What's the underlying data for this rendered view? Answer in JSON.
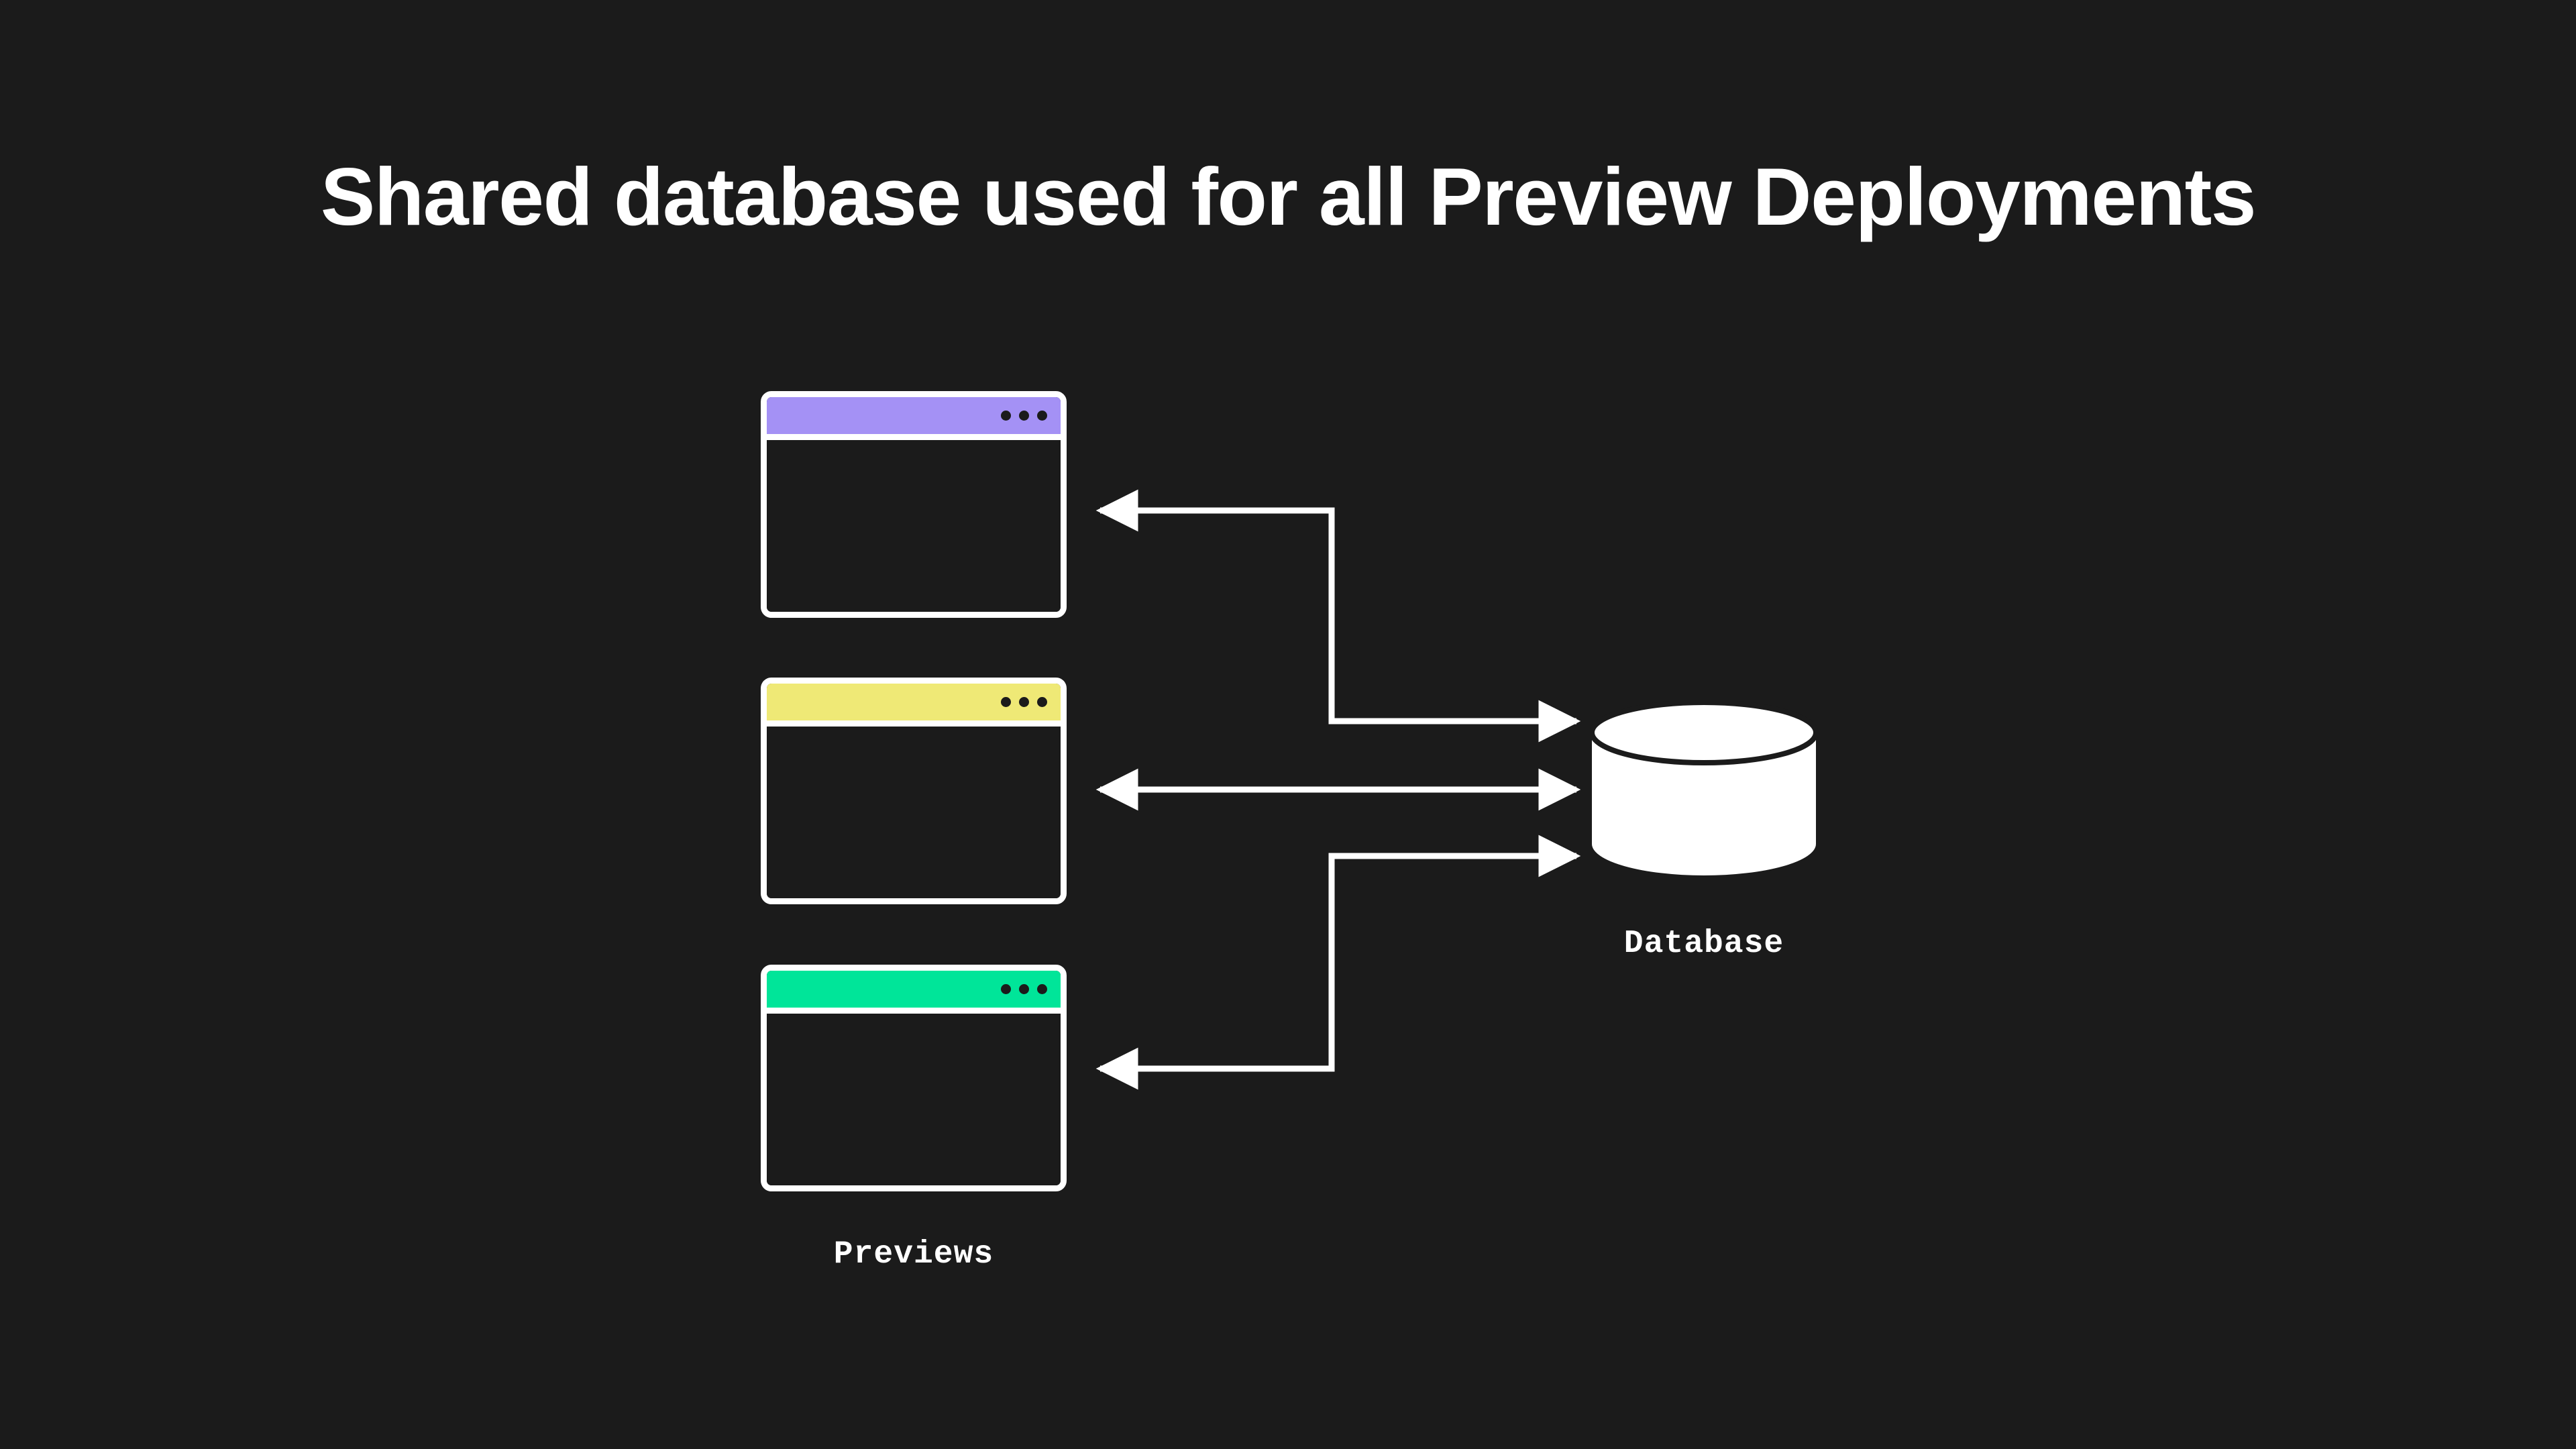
{
  "page": {
    "title": "Shared database used for all Preview Deployments",
    "background_color": "#1b1b1b",
    "foreground_color": "#ffffff"
  },
  "diagram": {
    "type": "architecture-diagram",
    "previews": {
      "group_label": "Previews",
      "windows": [
        {
          "id": "preview-1",
          "titlebar_color": "#a491f5",
          "color_name": "purple",
          "dot_count": 3,
          "dot_color": "#1b1b1b",
          "connection": "bidirectional-elbow-to-database"
        },
        {
          "id": "preview-2",
          "titlebar_color": "#efe976",
          "color_name": "yellow",
          "dot_count": 3,
          "dot_color": "#1b1b1b",
          "connection": "bidirectional-straight-to-database"
        },
        {
          "id": "preview-3",
          "titlebar_color": "#00e599",
          "color_name": "green",
          "dot_count": 3,
          "dot_color": "#1b1b1b",
          "connection": "bidirectional-elbow-to-database"
        }
      ]
    },
    "database": {
      "label": "Database",
      "shape": "cylinder",
      "fill_color": "#ffffff",
      "shared": true,
      "incoming_connections": 3
    },
    "connectors": [
      {
        "from": "database",
        "to": "preview-1",
        "style": "elbow",
        "arrowheads": "both",
        "color": "#ffffff"
      },
      {
        "from": "database",
        "to": "preview-2",
        "style": "straight",
        "arrowheads": "both",
        "color": "#ffffff"
      },
      {
        "from": "database",
        "to": "preview-3",
        "style": "elbow",
        "arrowheads": "both",
        "color": "#ffffff"
      }
    ]
  }
}
